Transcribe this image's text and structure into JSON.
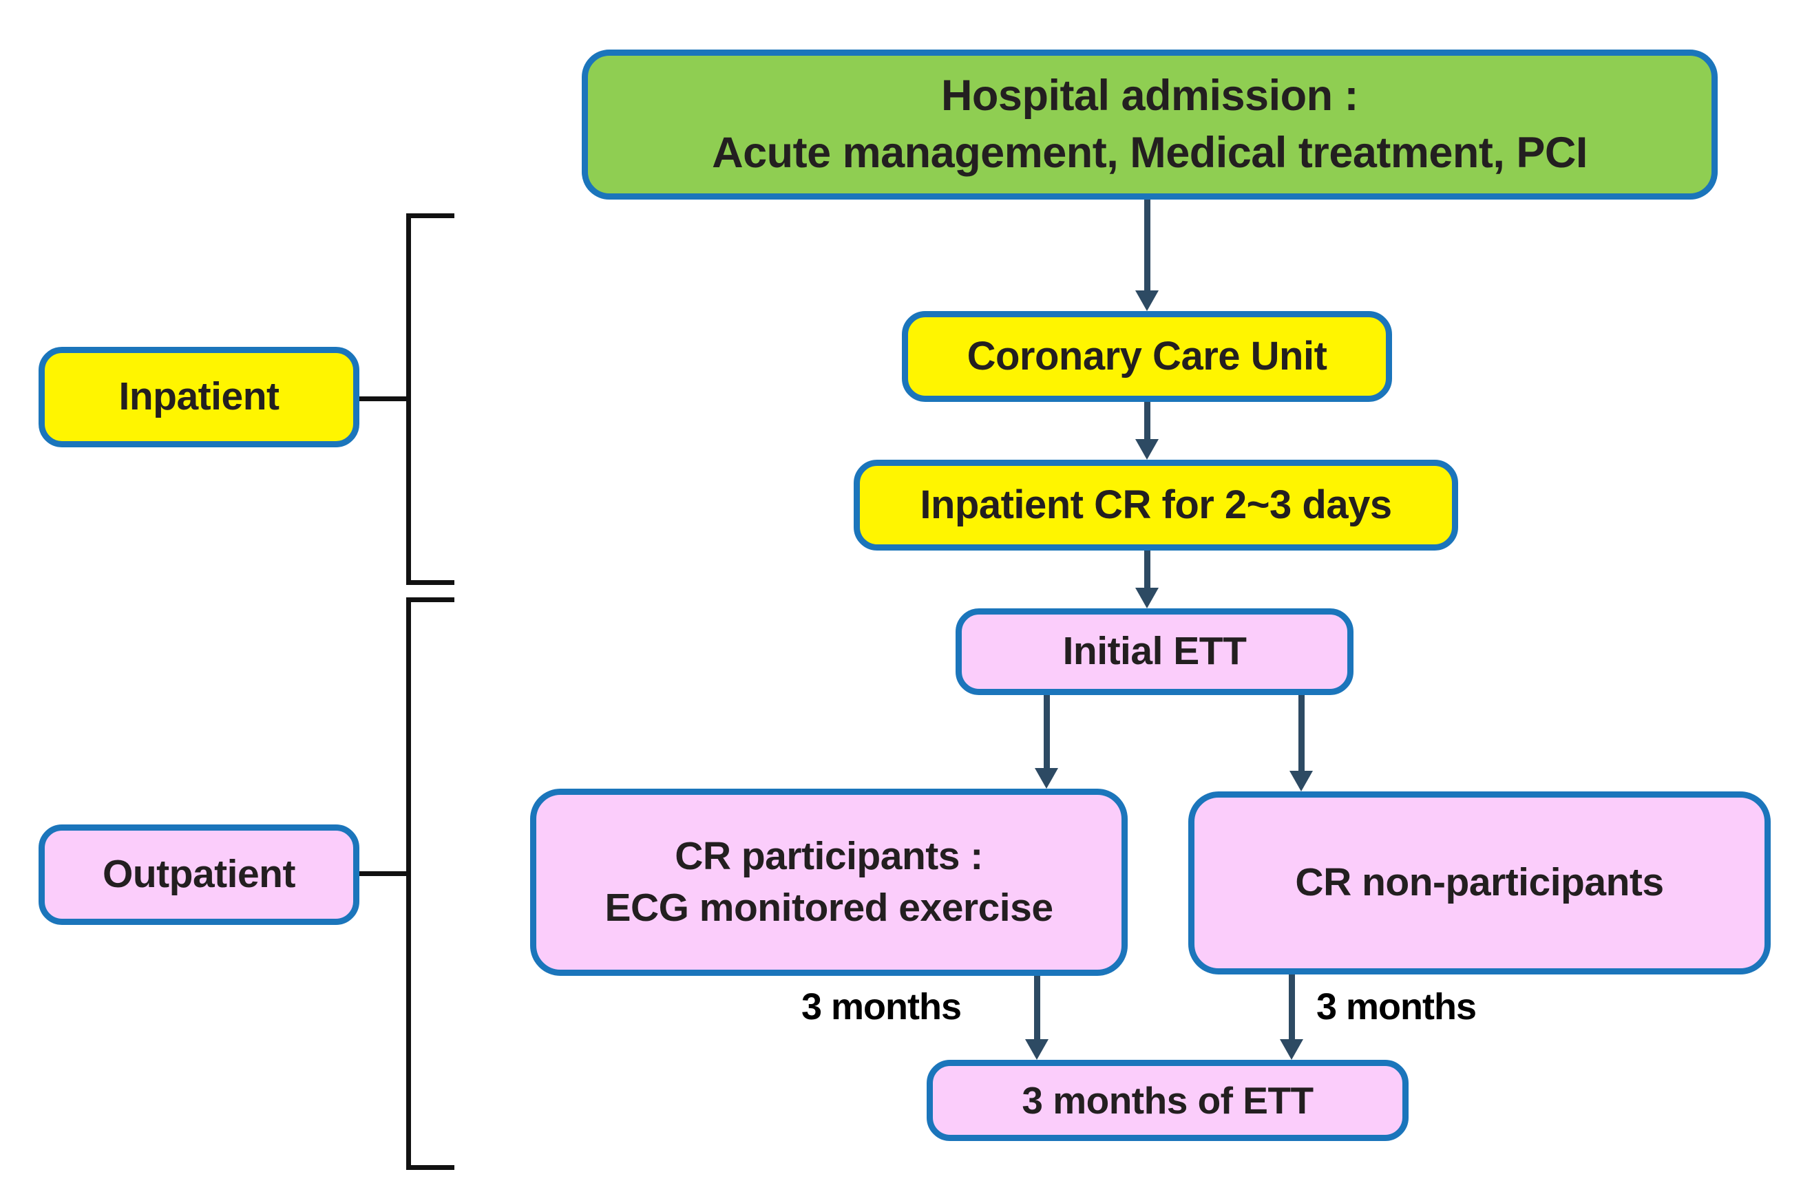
{
  "diagram": {
    "title": "Cardiac rehabilitation study flowchart",
    "colors": {
      "border_blue": "#1b75bb",
      "green_fill": "#8fce52",
      "yellow_fill": "#fff500",
      "pink_fill": "#fbcdfb",
      "arrow": "#2d4a63",
      "bracket": "#111111",
      "text": "#231f20",
      "background": "#ffffff"
    },
    "phases": [
      {
        "id": "inpatient",
        "label": "Inpatient",
        "fill": "yellow"
      },
      {
        "id": "outpatient",
        "label": "Outpatient",
        "fill": "pink"
      }
    ],
    "nodes": [
      {
        "id": "hospital-admission",
        "label": "Hospital admission :\nAcute management, Medical treatment, PCI",
        "fill": "green"
      },
      {
        "id": "coronary-care-unit",
        "label": "Coronary Care Unit",
        "fill": "yellow"
      },
      {
        "id": "inpatient-cr",
        "label": "Inpatient CR for 2~3 days",
        "fill": "yellow"
      },
      {
        "id": "initial-ett",
        "label": "Initial ETT",
        "fill": "pink"
      },
      {
        "id": "cr-participants",
        "label": "CR participants :\nECG monitored exercise",
        "fill": "pink"
      },
      {
        "id": "cr-non-participants",
        "label": "CR non-participants",
        "fill": "pink"
      },
      {
        "id": "three-months-ett",
        "label": "3 months of ETT",
        "fill": "pink"
      }
    ],
    "edges": [
      {
        "from": "hospital-admission",
        "to": "coronary-care-unit",
        "label": ""
      },
      {
        "from": "coronary-care-unit",
        "to": "inpatient-cr",
        "label": ""
      },
      {
        "from": "inpatient-cr",
        "to": "initial-ett",
        "label": ""
      },
      {
        "from": "initial-ett",
        "to": "cr-participants",
        "label": ""
      },
      {
        "from": "initial-ett",
        "to": "cr-non-participants",
        "label": ""
      },
      {
        "from": "cr-participants",
        "to": "three-months-ett",
        "label": "3 months"
      },
      {
        "from": "cr-non-participants",
        "to": "three-months-ett",
        "label": "3 months"
      }
    ],
    "edge_labels": {
      "left_three_months": "3 months",
      "right_three_months": "3 months"
    }
  }
}
